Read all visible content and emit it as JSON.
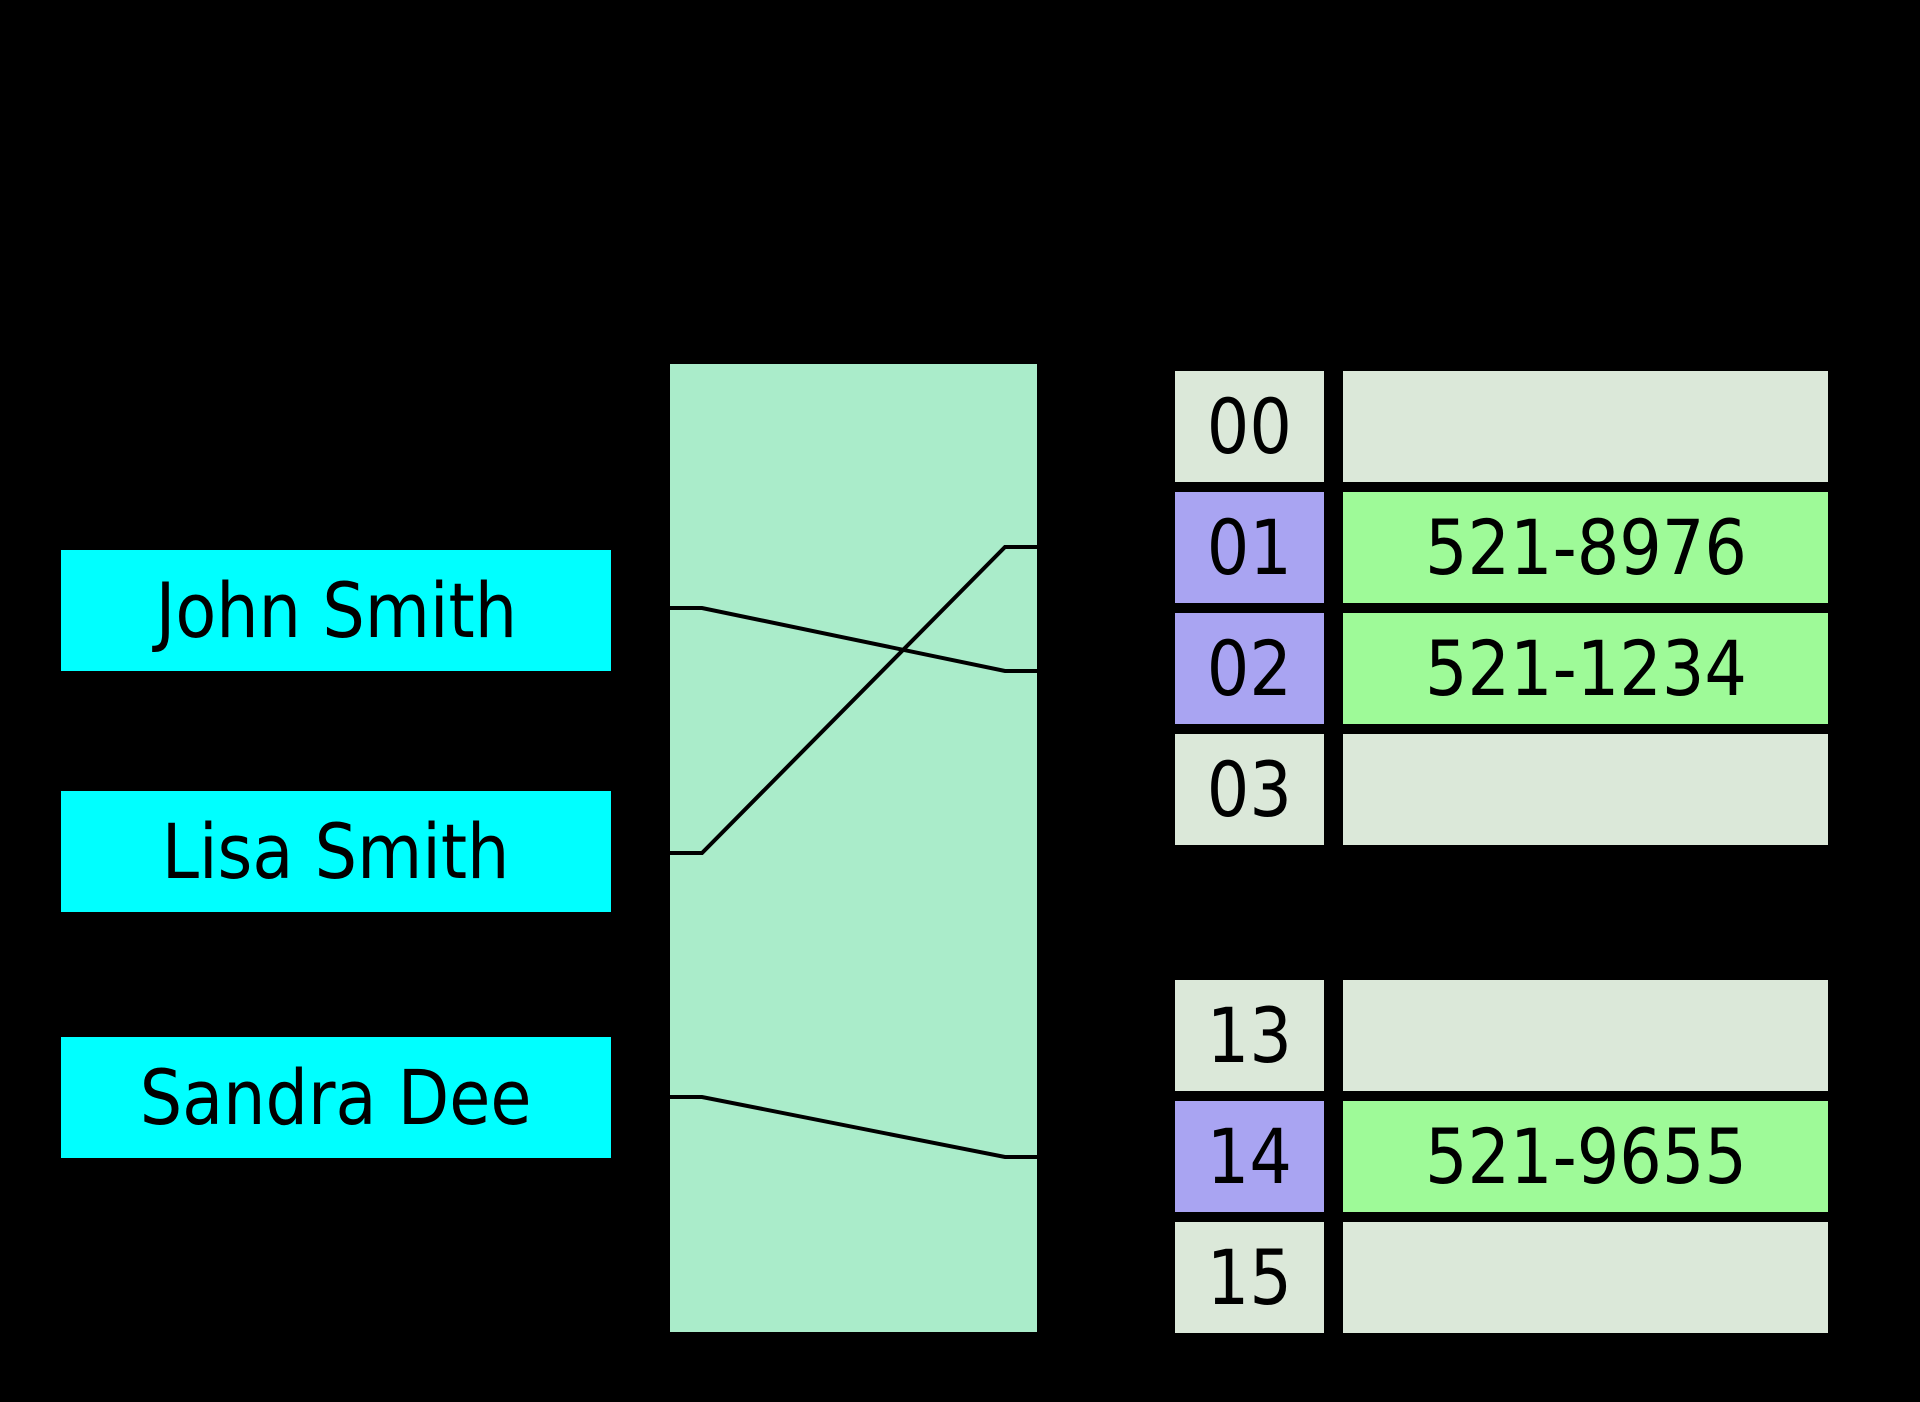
{
  "diagram": {
    "description": "hash table mapping keys through a hash function to bucket entries"
  },
  "keys": [
    {
      "label": "John Smith"
    },
    {
      "label": "Lisa Smith"
    },
    {
      "label": "Sandra Dee"
    }
  ],
  "buckets_top": [
    {
      "index": "00",
      "value": "",
      "highlighted": false
    },
    {
      "index": "01",
      "value": "521-8976",
      "highlighted": true
    },
    {
      "index": "02",
      "value": "521-1234",
      "highlighted": true
    },
    {
      "index": "03",
      "value": "",
      "highlighted": false
    }
  ],
  "buckets_bottom": [
    {
      "index": "13",
      "value": "",
      "highlighted": false
    },
    {
      "index": "14",
      "value": "521-9655",
      "highlighted": true
    },
    {
      "index": "15",
      "value": "",
      "highlighted": false
    }
  ],
  "mappings": [
    {
      "from": "John Smith",
      "to": "02"
    },
    {
      "from": "Lisa Smith",
      "to": "01"
    },
    {
      "from": "Sandra Dee",
      "to": "14"
    }
  ],
  "colors": {
    "cyan": "#00ffff",
    "mint": "#aaecca",
    "lightcell": "#dbe8d9",
    "purple": "#a9a4f2",
    "green": "#9efa98",
    "line": "#000000",
    "background": "#000000"
  }
}
